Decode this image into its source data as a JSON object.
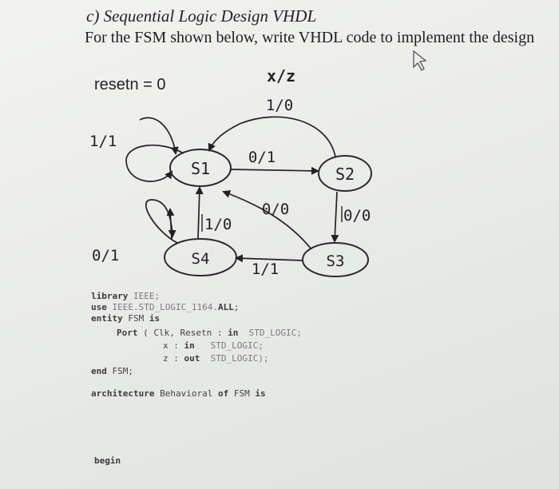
{
  "question": {
    "title": "c) Sequential Logic Design VHDL",
    "prompt": "For the FSM shown below, write VHDL code to implement the design"
  },
  "fsm": {
    "reset_label": "resetn = 0",
    "legend_label": "x/z",
    "states": [
      "S1",
      "S2",
      "S3",
      "S4"
    ],
    "transitions": {
      "s2_to_s1": "1/0",
      "s1_self": "1/1",
      "s1_to_s2": "0/1",
      "s3_to_s1": "0/0",
      "s2_to_s3": "0/0",
      "s4_to_s1": "1/0",
      "s4_self": "0/1",
      "s3_to_s4": "1/1"
    }
  },
  "code": {
    "line1_kw": "library",
    "line1_rest": " IEEE;",
    "line2_kw": "use",
    "line2_lib": " IEEE.STD_LOGIC_1164.",
    "line2_all": "ALL",
    "line2_end": ";",
    "line3_kw1": "entity",
    "line3_name": " FSM ",
    "line3_kw2": "is",
    "line4_kw": "Port",
    "line4_mid": " ( Clk, Resetn : ",
    "line4_in": "in",
    "line4_type": "  STD_LOGIC;",
    "line5_mid": "x : ",
    "line5_in": "in",
    "line5_type": "   STD_LOGIC;",
    "line6_mid": "z : ",
    "line6_out": "out",
    "line6_type": "  STD_LOGIC);",
    "line7_kw": "end",
    "line7_rest": " FSM;",
    "line8_kw": "architecture",
    "line8_mid": " Behavioral ",
    "line8_of": "of",
    "line8_name": " FSM ",
    "line8_is": "is",
    "line9_kw": "begin"
  }
}
